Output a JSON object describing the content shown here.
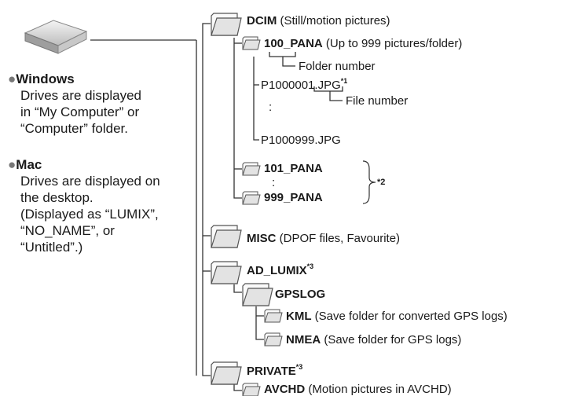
{
  "left": {
    "windows": {
      "heading": "Windows",
      "lines": [
        "Drives are displayed",
        "in “My Computer” or",
        "“Computer” folder."
      ]
    },
    "mac": {
      "heading": "Mac",
      "lines": [
        "Drives are displayed on",
        "the desktop.",
        "(Displayed as “LUMIX”,",
        "“NO_NAME”, or",
        "“Untitled”.)"
      ]
    }
  },
  "tree": {
    "dcim": {
      "name": "DCIM",
      "desc": " (Still/motion pictures)"
    },
    "pana100": {
      "name": "100_PANA",
      "desc": " (Up to 999 pictures/folder)"
    },
    "folder_number": "Folder number",
    "file1": "P1000001.JPG",
    "file1_sup": "*1",
    "file_number": "File number",
    "colon": ":",
    "file999": "P1000999.JPG",
    "pana101": "101_PANA",
    "colon2": ":",
    "pana999": "999_PANA",
    "note2": "*2",
    "misc": {
      "name": "MISC",
      "desc": " (DPOF files, Favourite)"
    },
    "ad_lumix": {
      "name": "AD_LUMIX",
      "sup": "*3"
    },
    "gpslog": "GPSLOG",
    "kml": {
      "name": "KML",
      "desc": " (Save folder for converted GPS logs)"
    },
    "nmea": {
      "name": "NMEA",
      "desc": " (Save folder for GPS logs)"
    },
    "private": {
      "name": "PRIVATE",
      "sup": "*3"
    },
    "avchd": {
      "name": "AVCHD",
      "desc": " (Motion pictures in AVCHD)"
    }
  }
}
